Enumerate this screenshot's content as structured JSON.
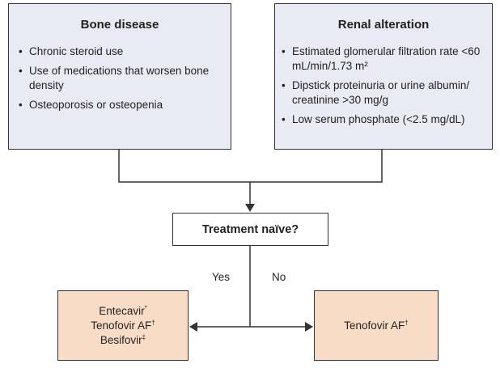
{
  "bone_disease": {
    "title": "Bone disease",
    "items": [
      "Chronic steroid use",
      "Use of medications that worsen bone density",
      "Osteoporosis or osteopenia"
    ]
  },
  "renal_alteration": {
    "title": "Renal alteration",
    "items": [
      "Estimated glomerular filtration rate <60 mL/min/1.73 m²",
      "Dipstick proteinuria or urine albumin/ creatinine >30 mg/g",
      "Low serum phosphate (<2.5 mg/dL)"
    ]
  },
  "decision": {
    "question": "Treatment naïve?",
    "yes_label": "Yes",
    "no_label": "No"
  },
  "yes_branch": {
    "drugs": [
      {
        "name": "Entecavir",
        "mark": "*"
      },
      {
        "name": "Tenofovir AF",
        "mark": "†"
      },
      {
        "name": "Besifovir",
        "mark": "‡"
      }
    ]
  },
  "no_branch": {
    "drugs": [
      {
        "name": "Tenofovir AF",
        "mark": "†"
      }
    ]
  },
  "colors": {
    "criteria_box": "#e8ebf4",
    "treatment_box": "#f8dcc6",
    "line": "#333333"
  }
}
